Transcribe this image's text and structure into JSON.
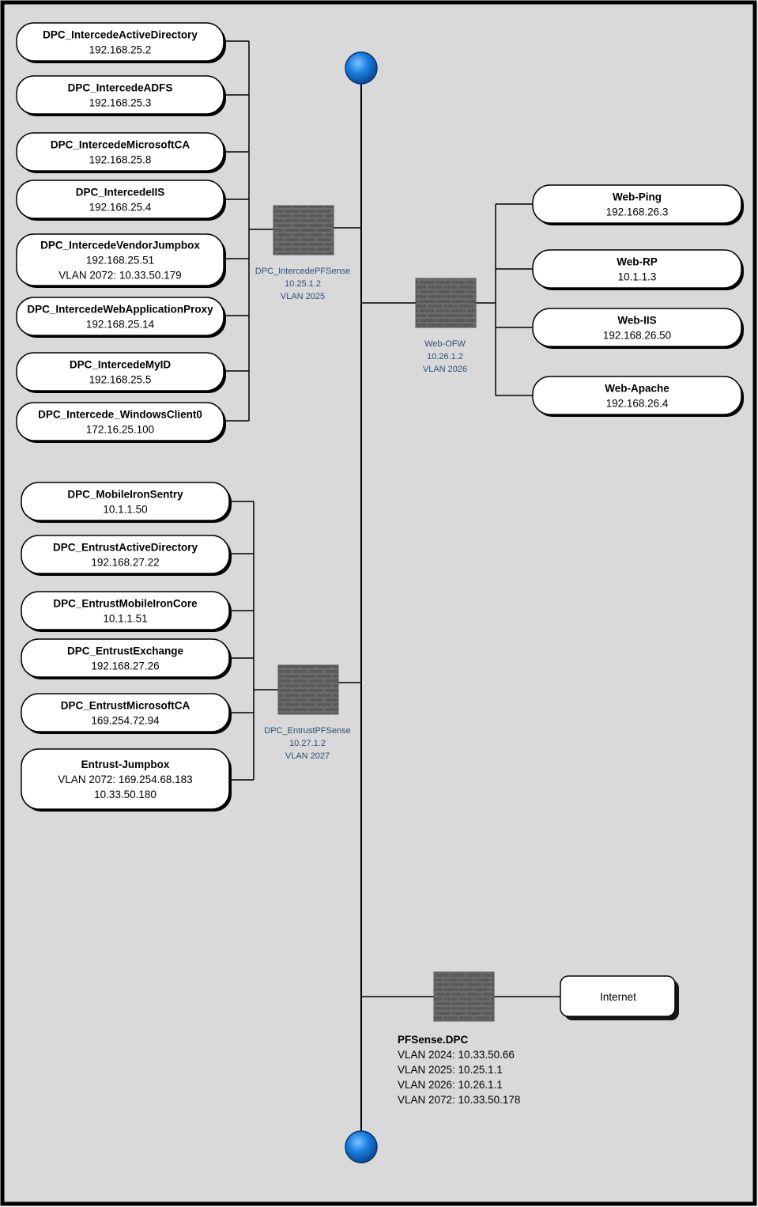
{
  "intercede_servers": [
    {
      "name": "DPC_IntercedeActiveDirectory",
      "lines": [
        "192.168.25.2"
      ]
    },
    {
      "name": "DPC_IntercedeADFS",
      "lines": [
        "192.168.25.3"
      ]
    },
    {
      "name": "DPC_IntercedeMicrosoftCA",
      "lines": [
        "192.168.25.8"
      ]
    },
    {
      "name": "DPC_IntercedeIIS",
      "lines": [
        "192.168.25.4"
      ]
    },
    {
      "name": "DPC_IntercedeVendorJumpbox",
      "lines": [
        "192.168.25.51",
        "VLAN 2072: 10.33.50.179"
      ]
    },
    {
      "name": "DPC_IntercedeWebApplicationProxy",
      "lines": [
        "192.168.25.14"
      ]
    },
    {
      "name": "DPC_IntercedeMyID",
      "lines": [
        "192.168.25.5"
      ]
    },
    {
      "name": "DPC_Intercede_WindowsClient0",
      "lines": [
        "172.16.25.100"
      ]
    }
  ],
  "entrust_servers": [
    {
      "name": "DPC_MobileIronSentry",
      "lines": [
        "10.1.1.50"
      ]
    },
    {
      "name": "DPC_EntrustActiveDirectory",
      "lines": [
        "192.168.27.22"
      ]
    },
    {
      "name": "DPC_EntrustMobileIronCore",
      "lines": [
        "10.1.1.51"
      ]
    },
    {
      "name": "DPC_EntrustExchange",
      "lines": [
        "192.168.27.26"
      ]
    },
    {
      "name": "DPC_EntrustMicrosoftCA",
      "lines": [
        "169.254.72.94"
      ]
    },
    {
      "name": "Entrust-Jumpbox",
      "lines": [
        "VLAN 2072: 169.254.68.183",
        "10.33.50.180"
      ]
    }
  ],
  "web_servers": [
    {
      "name": "Web-Ping",
      "lines": [
        "192.168.26.3"
      ]
    },
    {
      "name": "Web-RP",
      "lines": [
        "10.1.1.3"
      ]
    },
    {
      "name": "Web-IIS",
      "lines": [
        "192.168.26.50"
      ]
    },
    {
      "name": "Web-Apache",
      "lines": [
        "192.168.26.4"
      ]
    }
  ],
  "firewalls": {
    "intercede": [
      "DPC_IntercedePFSense",
      "10.25.1.2",
      "VLAN 2025"
    ],
    "web": [
      "Web-OFW",
      "10.26.1.2",
      "VLAN 2026"
    ],
    "entrust": [
      "DPC_EntrustPFSense",
      "10.27.1.2",
      "VLAN 2027"
    ]
  },
  "pfsense": {
    "name": "PFSense.DPC",
    "lines": [
      "VLAN 2024: 10.33.50.66",
      "VLAN 2025: 10.25.1.1",
      "VLAN 2026: 10.26.1.1",
      "VLAN 2072: 10.33.50.178"
    ]
  },
  "internet_label": "Internet",
  "colors": {
    "background": "#d9d9d9",
    "frame": "#000000",
    "firewall_label": "#2b4f7a",
    "endpoint": "#1a6fd1"
  }
}
